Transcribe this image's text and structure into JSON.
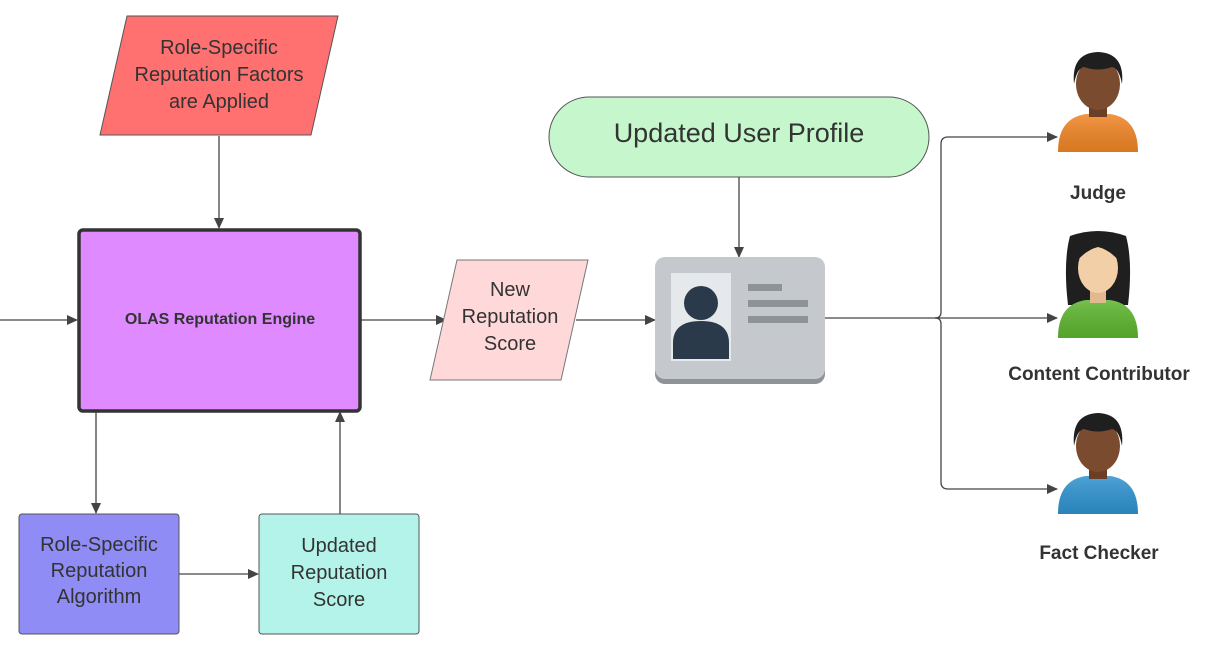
{
  "nodes": {
    "factors": {
      "lines": [
        "Role-Specific",
        "Reputation Factors",
        "are Applied"
      ],
      "color": "#ff7070"
    },
    "engine": {
      "label": "OLAS Reputation Engine",
      "color": "#df8aff"
    },
    "new_score": {
      "lines": [
        "New",
        "Reputation",
        "Score"
      ],
      "color": "#ffd9d9"
    },
    "profile": {
      "label": "Updated User Profile",
      "color": "#c6f7cc"
    },
    "algorithm": {
      "lines": [
        "Role-Specific",
        "Reputation",
        "Algorithm"
      ],
      "color": "#8f8cf5"
    },
    "updated_score": {
      "lines": [
        "Updated",
        "Reputation",
        "Score"
      ],
      "color": "#b4f3ea"
    }
  },
  "roles": [
    {
      "label": "Judge",
      "shirt": "#f08526",
      "skin": "#7a4b2f"
    },
    {
      "label": "Content Contributor",
      "shirt": "#5db52f",
      "skin": "#f2cfa6"
    },
    {
      "label": "Fact Checker",
      "shirt": "#2f93d0",
      "skin": "#7a4b2f"
    }
  ],
  "icons": [
    "id-card-icon",
    "user-avatar-icon"
  ],
  "colors": {
    "connector": "#444444",
    "text": "#333333",
    "card_bg": "#c5c9ce",
    "card_dark": "#2b3a4a"
  }
}
